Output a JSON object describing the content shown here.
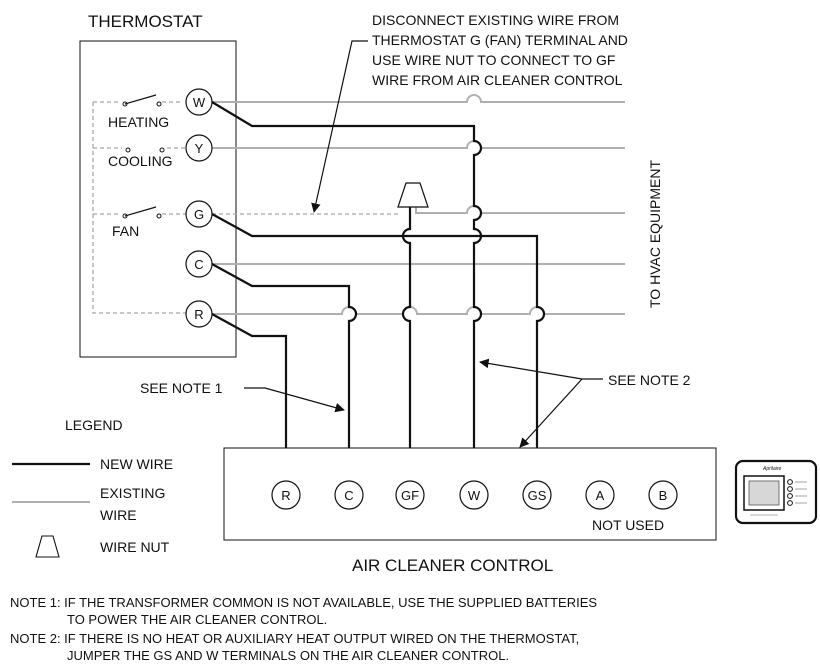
{
  "thermostat": {
    "title": "THERMOSTAT",
    "switch_labels": [
      "HEATING",
      "COOLING",
      "FAN"
    ],
    "terminals": [
      "W",
      "Y",
      "G",
      "C",
      "R"
    ]
  },
  "callout_top": [
    "DISCONNECT EXISTING WIRE FROM",
    "THERMOSTAT G (FAN) TERMINAL AND",
    "USE WIRE NUT TO CONNECT TO GF",
    "WIRE FROM AIR CLEANER CONTROL"
  ],
  "hvac_label": "TO HVAC EQUIPMENT",
  "see_note_1": "SEE NOTE 1",
  "see_note_2": "SEE NOTE 2",
  "legend": {
    "title": "LEGEND",
    "new_wire": "NEW WIRE",
    "existing_wire_line1": "EXISTING",
    "existing_wire_line2": "WIRE",
    "wire_nut": "WIRE NUT"
  },
  "air_cleaner": {
    "title": "AIR CLEANER CONTROL",
    "terminals": [
      "R",
      "C",
      "GF",
      "W",
      "GS",
      "A",
      "B"
    ],
    "not_used": "NOT USED",
    "device_brand": "Aprilaire"
  },
  "notes": [
    "NOTE 1:  IF THE TRANSFORMER COMMON IS NOT AVAILABLE, USE THE SUPPLIED BATTERIES",
    "TO POWER THE AIR CLEANER CONTROL.",
    "NOTE 2:  IF THERE IS NO HEAT OR AUXILIARY HEAT OUTPUT WIRED ON THE THERMOSTAT,",
    "JUMPER THE GS AND W TERMINALS ON THE AIR CLEANER CONTROL."
  ],
  "colors": {
    "new_wire": "#111111",
    "existing_wire": "#b0b0b0"
  }
}
